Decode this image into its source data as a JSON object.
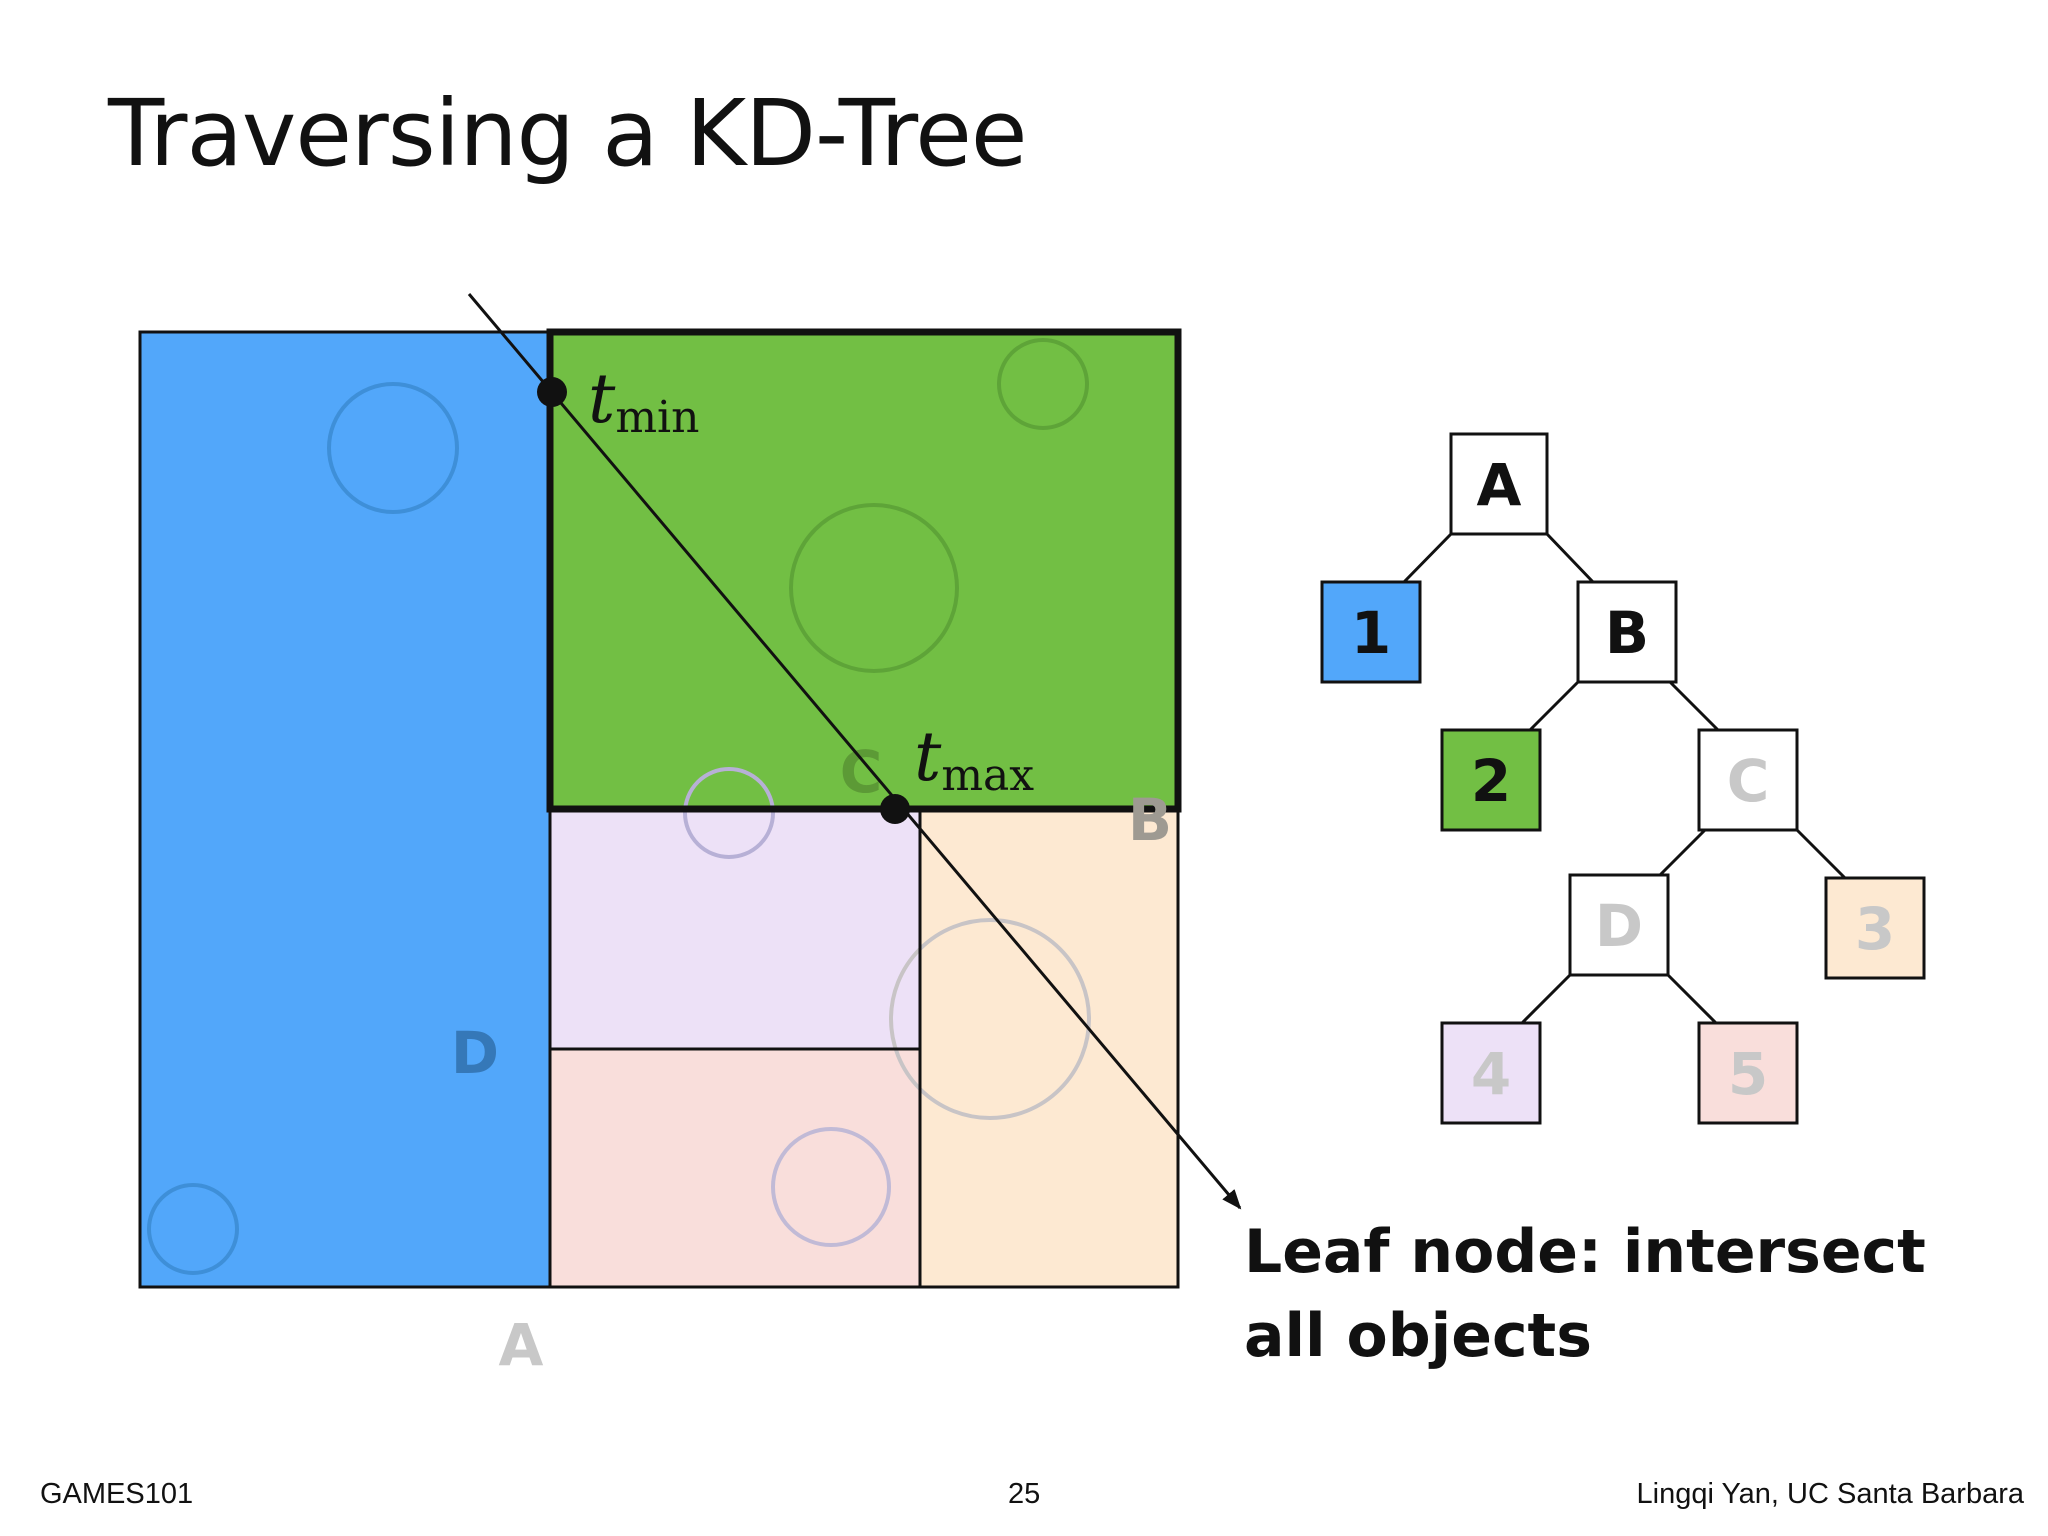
{
  "title": "Traversing a KD-Tree",
  "space": {
    "region_labels": {
      "A": "A",
      "B": "B",
      "C": "C",
      "D": "D"
    },
    "t_min": {
      "base": "t",
      "sub": "min"
    },
    "t_max": {
      "base": "t",
      "sub": "max"
    },
    "colors": {
      "leaf1": "#52a7fa",
      "leaf2": "#72bf44",
      "leaf3": "#fde9d2",
      "leaf4": "#ede1f7",
      "leaf5": "#f9dedb",
      "outline": "#111111",
      "faded_label": "#c8c8c8"
    }
  },
  "tree": {
    "nodes": [
      {
        "id": "A",
        "label": "A",
        "fill": "#ffffff",
        "text_color": "#111111"
      },
      {
        "id": "1",
        "label": "1",
        "fill": "#52a7fa",
        "text_color": "#111111"
      },
      {
        "id": "B",
        "label": "B",
        "fill": "#ffffff",
        "text_color": "#111111"
      },
      {
        "id": "2",
        "label": "2",
        "fill": "#72bf44",
        "text_color": "#111111"
      },
      {
        "id": "C",
        "label": "C",
        "fill": "#ffffff",
        "text_color": "#c8c8c8"
      },
      {
        "id": "D",
        "label": "D",
        "fill": "#ffffff",
        "text_color": "#c8c8c8"
      },
      {
        "id": "3",
        "label": "3",
        "fill": "#fde9d2",
        "text_color": "#c8c8c8"
      },
      {
        "id": "4",
        "label": "4",
        "fill": "#ede1f7",
        "text_color": "#c8c8c8"
      },
      {
        "id": "5",
        "label": "5",
        "fill": "#f9dedb",
        "text_color": "#c8c8c8"
      }
    ]
  },
  "annotation": {
    "line1": "Leaf node: intersect",
    "line2": "all objects"
  },
  "footer": {
    "left": "GAMES101",
    "page": "25",
    "right": "Lingqi Yan, UC Santa Barbara"
  }
}
